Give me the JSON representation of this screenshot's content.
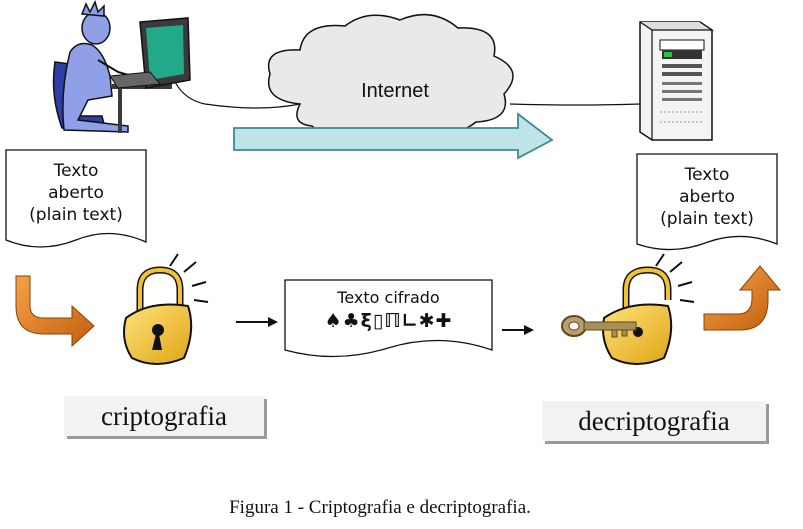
{
  "network": {
    "label": "Internet"
  },
  "sender_doc": {
    "lines": [
      "Texto",
      "aberto",
      "(plain text)"
    ]
  },
  "receiver_doc": {
    "lines": [
      "Texto",
      "aberto",
      "(plain text)"
    ]
  },
  "cipher_doc": {
    "title": "Texto cifrado",
    "symbols": "♠♣ξ▯ℿ∟✱✚"
  },
  "steps": {
    "encrypt_label": "criptografia",
    "decrypt_label": "decriptografia"
  },
  "caption": "Figura 1 - Criptografia e decriptografia.",
  "colors": {
    "arrow_fill": "#bfe4e8",
    "arrow_stroke": "#3a8a95",
    "lock_gold": "#f2c233",
    "curve_orange": "#e07b1a",
    "label_box": "#f2f2f2"
  },
  "icons": [
    "person-at-computer-icon",
    "server-icon",
    "cloud-icon",
    "padlock-closed-icon",
    "padlock-open-with-key-icon",
    "curved-arrow-icon"
  ]
}
